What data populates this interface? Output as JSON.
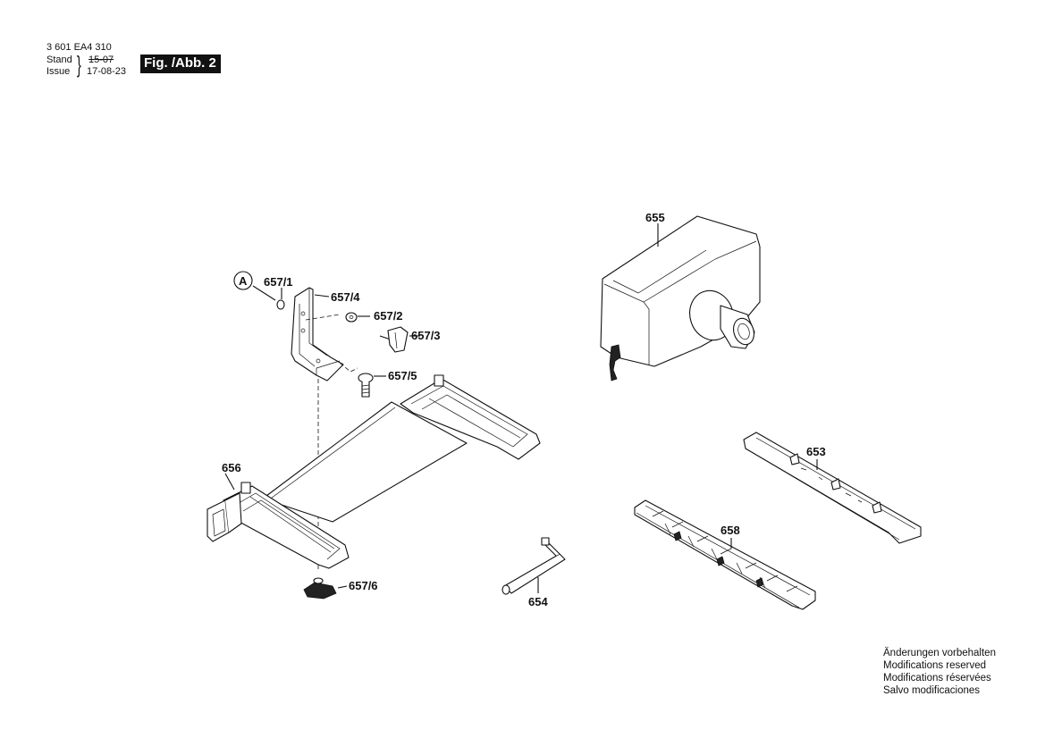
{
  "header": {
    "doc_number": "3 601 EA4 310",
    "stand_label": "Stand",
    "issue_label": "Issue",
    "stand_old": "15-07",
    "issue_date": "17-08-23",
    "figure_label": "Fig. /Abb. 2"
  },
  "callouts": {
    "marker_a": "A",
    "p657_1": "657/1",
    "p657_4": "657/4",
    "p657_2": "657/2",
    "p657_3": "657/3",
    "p657_5": "657/5",
    "p656": "656",
    "p657_6": "657/6",
    "p655": "655",
    "p653": "653",
    "p658": "658",
    "p654": "654"
  },
  "notes": [
    "Änderungen vorbehalten",
    "Modifications reserved",
    "Modifications réservées",
    "Salvo modificaciones"
  ]
}
